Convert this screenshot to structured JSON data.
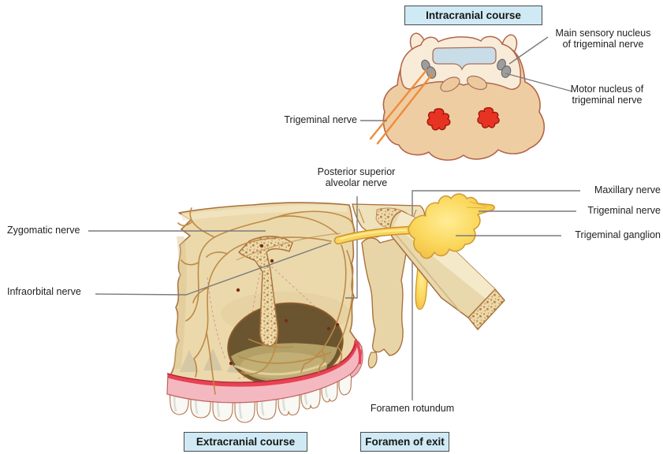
{
  "figure_type": "anatomical-diagram",
  "labels": {
    "intracranial_header": "Intracranial course",
    "main_sensory_1": "Main sensory nucleus",
    "main_sensory_2": "of trigeminal nerve",
    "motor_1": "Motor nucleus of",
    "motor_2": "trigeminal nerve",
    "trigeminal_nerve_brainstem": "Trigeminal nerve",
    "psa_1": "Posterior superior",
    "psa_2": "alveolar nerve",
    "maxillary_nerve": "Maxillary nerve",
    "trigeminal_nerve": "Trigeminal nerve",
    "trigeminal_ganglion": "Trigeminal ganglion",
    "zygomatic_nerve": "Zygomatic nerve",
    "infraorbital_nerve": "Infraorbital nerve",
    "foramen_rotundum": "Foramen rotundum",
    "extracranial_header": "Extracranial course",
    "foramen_of_exit_header": "Foramen of exit"
  },
  "colors": {
    "label_box_bg": "#cfeaf4",
    "label_box_border": "#4a4a4a",
    "leader_line": "#7b7b7b",
    "text": "#1f1f1f",
    "bone": "#ebd9ac",
    "bone_outline": "#a9713c",
    "nerve_tan": "#bf8a45",
    "nerve_yellow": "#f9d55e",
    "nerve_yellow_outline": "#cf9a30",
    "gum_pink": "#f4b9c0",
    "gum_red": "#e84254",
    "tooth": "#f8f8f5",
    "brainstem_pons": "#efcda3",
    "brainstem_upper": "#f8ecd9",
    "brainstem_outline": "#b2664a",
    "ventricle_blue": "#c8dde7",
    "nucleus_gray": "#9d9d9d",
    "red_nucleus": "#e73323",
    "nerve_orange": "#ee8c3c",
    "sinus_dark": "#6b5530",
    "sinus_floor": "#b3a066"
  }
}
